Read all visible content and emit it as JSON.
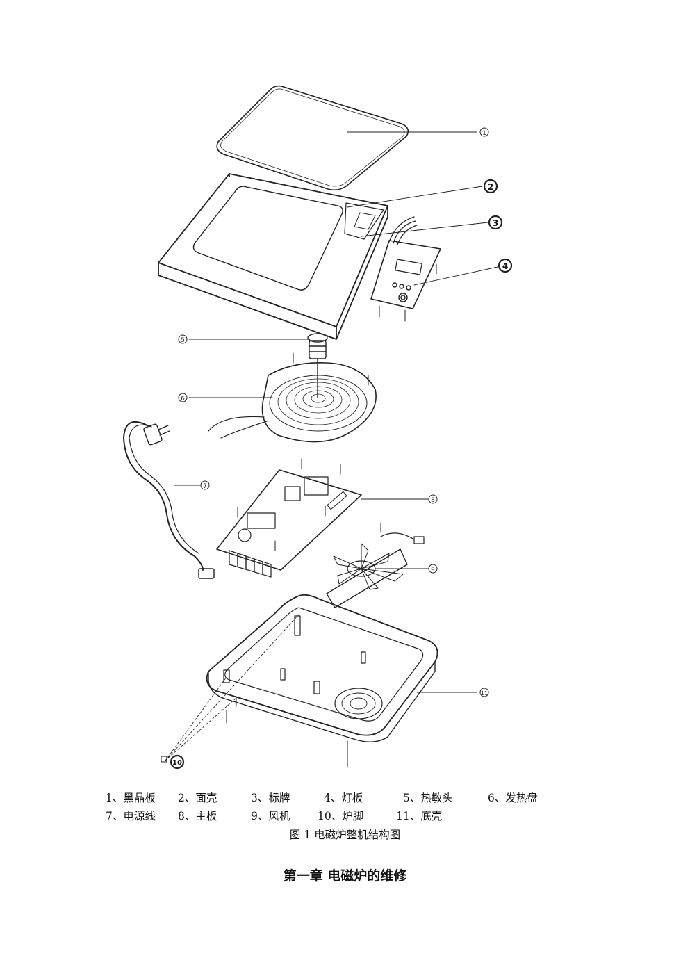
{
  "diagram": {
    "callouts": [
      "1",
      "2",
      "3",
      "4",
      "5",
      "6",
      "7",
      "8",
      "9",
      "10",
      "11"
    ]
  },
  "legend": {
    "row1": [
      "1、黑晶板",
      "2、面壳",
      "3、标牌",
      "4、灯板",
      "5、热敏头",
      "6、发热盘"
    ],
    "row2": [
      "7、电源线",
      "8、主板",
      "9、风机",
      "10、炉脚",
      "11、底壳"
    ]
  },
  "caption": "图 1  电磁炉整机结构图",
  "chapter_heading": "第一章    电磁炉的维修"
}
